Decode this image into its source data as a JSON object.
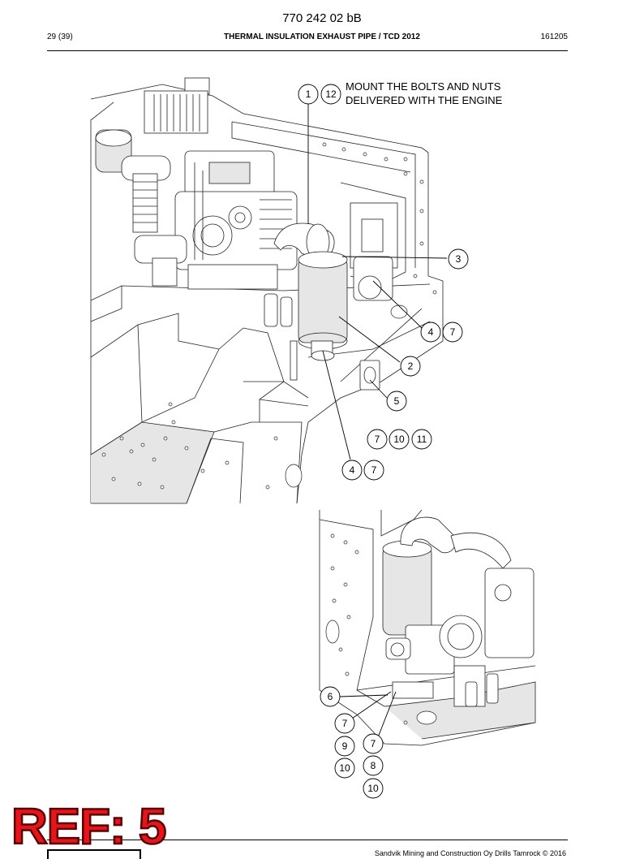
{
  "header": {
    "doc_id": "770 242 02 bB",
    "page": "29 (39)",
    "title": "THERMAL INSULATION EXHAUST PIPE / TCD 2012",
    "date": "161205"
  },
  "note": {
    "line1": "MOUNT THE BOLTS AND NUTS",
    "line2": "DELIVERED WITH THE ENGINE"
  },
  "callouts_main": [
    "1",
    "12",
    "3",
    "4",
    "7",
    "2",
    "5",
    "7",
    "10",
    "11",
    "4",
    "7"
  ],
  "callouts_detail": [
    "6",
    "7",
    "9",
    "7",
    "10",
    "8",
    "10"
  ],
  "ref_label": "REF: 5",
  "footer": "Sandvik Mining and Construction Oy Drills Tamrock © 2016"
}
